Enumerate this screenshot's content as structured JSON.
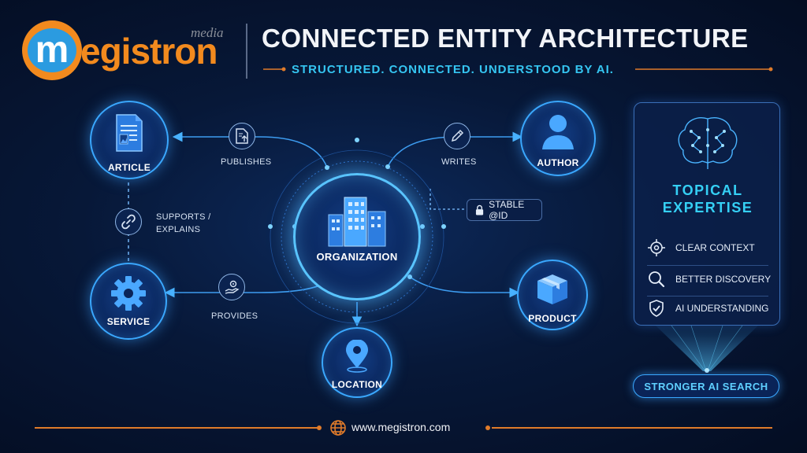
{
  "brand": {
    "logo_letter": "m",
    "logo_word": "egistron",
    "logo_tag": "media",
    "orange": "#f28a1e",
    "blue": "#2b9be0"
  },
  "header": {
    "title": "CONNECTED ENTITY ARCHITECTURE",
    "subtitle": "STRUCTURED. CONNECTED. UNDERSTOOD BY AI."
  },
  "nodes": {
    "center": {
      "label": "ORGANIZATION",
      "icon": "buildings-icon"
    },
    "article": {
      "label": "ARTICLE",
      "icon": "document-icon"
    },
    "author": {
      "label": "AUTHOR",
      "icon": "user-icon"
    },
    "service": {
      "label": "SERVICE",
      "icon": "gear-icon"
    },
    "product": {
      "label": "PRODUCT",
      "icon": "box-icon"
    },
    "location": {
      "label": "LOCATION",
      "icon": "map-pin-icon"
    }
  },
  "edges": {
    "publishes": "PUBLISHES",
    "writes": "WRITES",
    "supports_line1": "SUPPORTS /",
    "supports_line2": "EXPLAINS",
    "provides": "PROVIDES"
  },
  "stable_id": {
    "label": "STABLE @ID",
    "icon": "lock-icon"
  },
  "panel": {
    "title_line1": "TOPICAL",
    "title_line2": "EXPERTISE",
    "icon": "brain-icon",
    "items": [
      {
        "label": "CLEAR CONTEXT",
        "icon": "target-icon"
      },
      {
        "label": "BETTER DISCOVERY",
        "icon": "search-icon"
      },
      {
        "label": "AI UNDERSTANDING",
        "icon": "shield-check-icon"
      }
    ],
    "button": "STRONGER AI SEARCH"
  },
  "footer": {
    "url": "www.megistron.com",
    "icon": "globe-icon"
  },
  "colors": {
    "accent": "#3aa8ff",
    "cyan": "#35c6f2",
    "orange": "#e07b2a",
    "bg": "#071838"
  }
}
